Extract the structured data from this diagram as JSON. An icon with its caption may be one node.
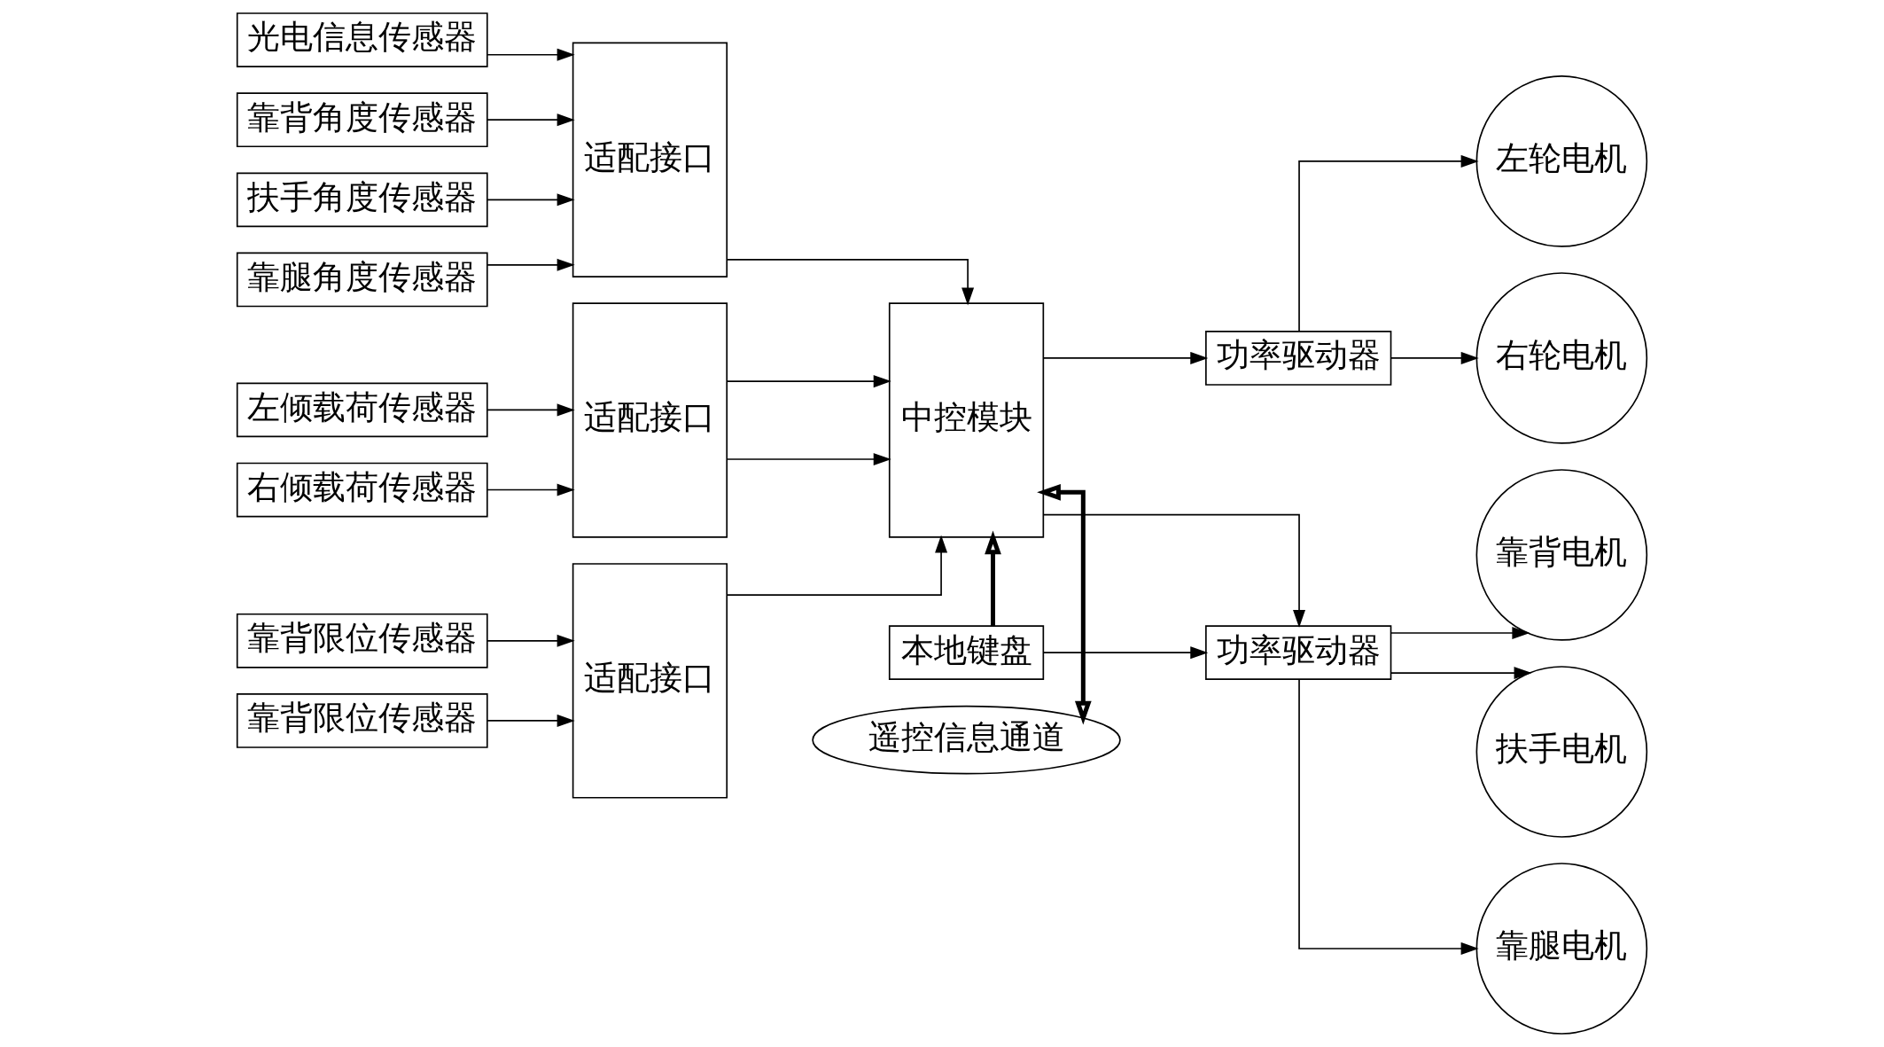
{
  "diagram": {
    "nodes": [
      {
        "text": [
          "光电信息传感器"
        ]
      },
      {
        "text": [
          "靠背角度传感器"
        ]
      },
      {
        "text": [
          "扶手角度传感器"
        ]
      },
      {
        "text": [
          "靠腿角度传感器"
        ]
      },
      {
        "text": [
          "左倾载荷传感器"
        ]
      },
      {
        "text": [
          "右倾载荷传感器"
        ]
      },
      {
        "text": [
          "靠背限位传感器"
        ]
      },
      {
        "text": [
          "靠背限位传感器"
        ]
      },
      {
        "text": [
          "适配接口"
        ]
      },
      {
        "text": [
          "适配接口"
        ]
      },
      {
        "text": [
          "适配接口"
        ]
      },
      {
        "text": [
          "遥控信息通道"
        ]
      },
      {
        "text": [
          "中控模块"
        ]
      },
      {
        "text": [
          "本地键盘"
        ]
      },
      {
        "text": [
          "功率驱动器"
        ]
      },
      {
        "text": [
          "功率驱动器"
        ]
      },
      {
        "text": [
          "左轮电机"
        ]
      },
      {
        "text": [
          "右轮电机"
        ]
      },
      {
        "text": [
          "靠背电机"
        ]
      },
      {
        "text": [
          "扶手电机"
        ]
      },
      {
        "text": [
          "靠腿电机"
        ]
      }
    ],
    "edges": [
      {
        "from": 0,
        "to": 8,
        "arrow": "to"
      },
      {
        "from": 1,
        "to": 8,
        "arrow": "to"
      },
      {
        "from": 2,
        "to": 8,
        "arrow": "to"
      },
      {
        "from": 3,
        "to": 8,
        "arrow": "to"
      },
      {
        "from": 4,
        "to": 9,
        "arrow": "to"
      },
      {
        "from": 5,
        "to": 9,
        "arrow": "to"
      },
      {
        "from": 6,
        "to": 10,
        "arrow": "to"
      },
      {
        "from": 7,
        "to": 10,
        "arrow": "to"
      },
      {
        "from": 8,
        "to": 12,
        "arrow": "to"
      },
      {
        "from": 9,
        "to": 12,
        "arrow": "to"
      },
      {
        "from": 9,
        "to": 12,
        "arrow": "to"
      },
      {
        "from": 10,
        "to": 12,
        "arrow": "to"
      },
      {
        "from": 11,
        "to": 12,
        "arrow": "both",
        "style": "thick"
      },
      {
        "from": 13,
        "to": 12,
        "arrow": "to",
        "style": "thick"
      },
      {
        "from": 12,
        "to": 14,
        "arrow": "to"
      },
      {
        "from": 12,
        "to": 15,
        "arrow": "to"
      },
      {
        "from": 13,
        "to": 15,
        "arrow": "to"
      },
      {
        "from": 14,
        "to": 16,
        "arrow": "to"
      },
      {
        "from": 14,
        "to": 17,
        "arrow": "to"
      },
      {
        "from": 15,
        "to": 18,
        "arrow": "to"
      },
      {
        "from": 15,
        "to": 19,
        "arrow": "to"
      },
      {
        "from": 15,
        "to": 20,
        "arrow": "to"
      }
    ]
  }
}
